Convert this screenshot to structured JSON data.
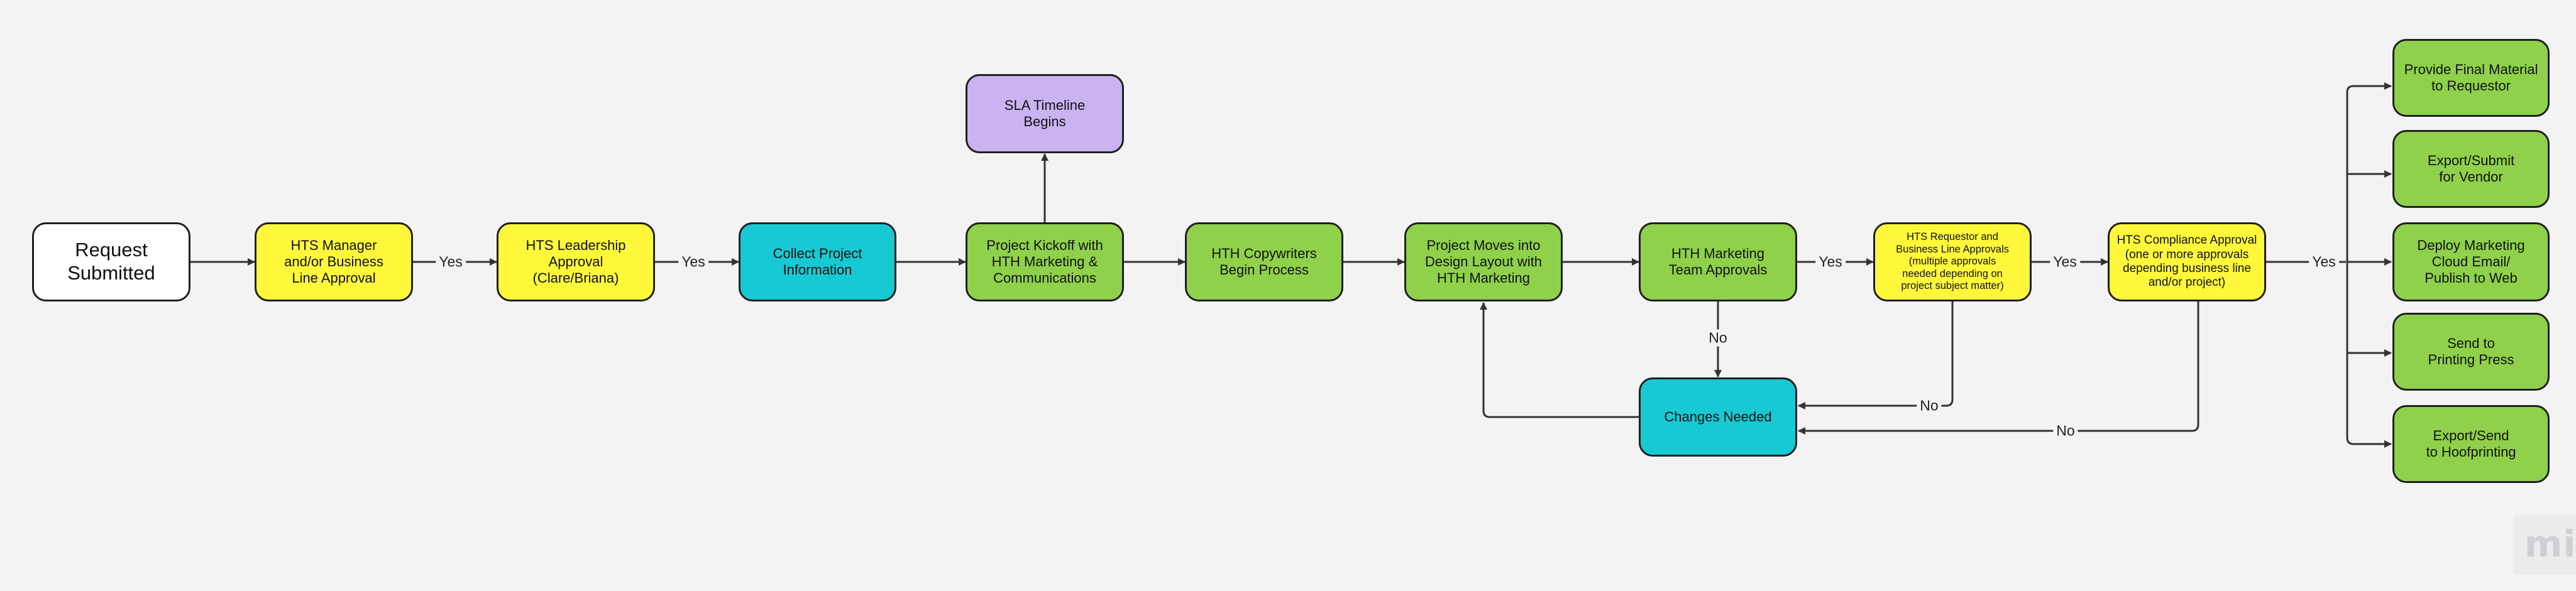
{
  "nodes": {
    "request": "Request\nSubmitted",
    "hts_manager": "HTS Manager\nand/or Business\nLine Approval",
    "hts_leadership": "HTS Leadership\nApproval\n(Clare/Briana)",
    "collect_info": "Collect Project\nInformation",
    "kickoff": "Project Kickoff with\nHTH Marketing &\nCommunications",
    "sla": "SLA Timeline\nBegins",
    "copywriters": "HTH Copywriters\nBegin Process",
    "design": "Project Moves into\nDesign Layout with\nHTH Marketing",
    "mkt_team": "HTH Marketing\nTeam Approvals",
    "changes": "Changes Needed",
    "requestor": "HTS Requestor and\nBusiness Line Approvals\n(multiple approvals\nneeded depending on\nproject subject matter)",
    "compliance": "HTS Compliance Approval\n(one or more approvals\ndepending business line\nand/or project)",
    "out_final": "Provide Final Material\nto Requestor",
    "out_vendor": "Export/Submit\nfor Vendor",
    "out_email": "Deploy Marketing\nCloud Email/\nPublish to Web",
    "out_print": "Send to\nPrinting Press",
    "out_hoof": "Export/Send\nto Hoofprinting"
  },
  "edge_labels": {
    "yes": "Yes",
    "no": "No"
  },
  "colors": {
    "yellow": "#fff83a",
    "cyan": "#17c9d3",
    "green": "#8fd14a",
    "purple": "#c9b3f0",
    "white": "#ffffff",
    "line": "#333333"
  },
  "watermark": "mir"
}
